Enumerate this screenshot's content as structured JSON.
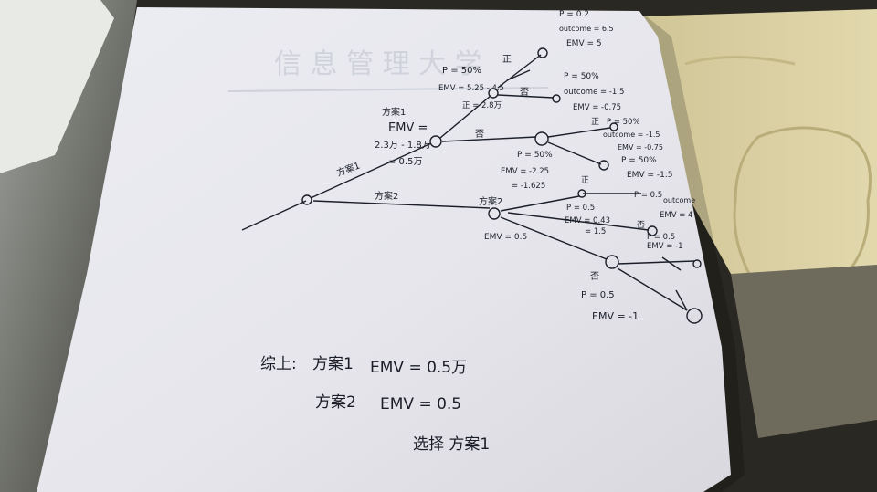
{
  "colors": {
    "paper": "#e9e9ee",
    "ink": "#1c1f2a",
    "desk_mat": "#d9d0a6",
    "background": "#2a2822"
  },
  "tree": {
    "decision_label": "方案1",
    "decision_emv_label": "EMV =",
    "decision_emv_value": "2.3万 - 1.8万",
    "decision_emv_result": "= 0.5万",
    "branch_1_label": "方案1",
    "branch_2_label": "方案2",
    "node_a": {
      "p": "P = 50%",
      "emv": "EMV = 5.25 - 4.5",
      "zheng": "正",
      "fou": "否",
      "zheng2": "正 = 2.8万"
    },
    "outcome_top": {
      "p": "P = 0.2",
      "outcome": "outcome = 6.5",
      "emv": "EMV = 5"
    },
    "outcome_mid": {
      "p": "P = 50%",
      "outcome": "outcome = -1.5",
      "emv": "EMV = -0.75"
    },
    "node_b": {
      "p": "P = 50%",
      "emv": "EMV = -2.25",
      "emv2": "= -1.625",
      "fou": "否"
    },
    "outcome_b1": {
      "zheng": "正",
      "p": "P = 50%",
      "outcome": "outcome = -1.5",
      "emv": "EMV = -0.75"
    },
    "outcome_b2": {
      "p": "P = 50%",
      "emv": "EMV = -1.5"
    },
    "plan2": {
      "label": "方案2",
      "emv": "EMV = 0.5",
      "zheng": "正",
      "p": "P = 0.5",
      "emv_upper": "EMV = 0.43",
      "emv_upper2": "= 1.5",
      "fou": "否",
      "p_right": "P = 0.5",
      "outcome_right": "outcome",
      "emv_right": "EMV = 4",
      "p_low": "P = 0.5",
      "emv_low": "EMV = -1",
      "fou_low": "否",
      "p_bottom": "P = 0.5",
      "emv_bottom": "EMV = -1"
    }
  },
  "conclusion": {
    "prefix": "综上:",
    "line1_plan": "方案1",
    "line1_emv": "EMV = 0.5万",
    "line2_plan": "方案2",
    "line2_emv": "EMV = 0.5",
    "line3": "选择 方案1"
  }
}
